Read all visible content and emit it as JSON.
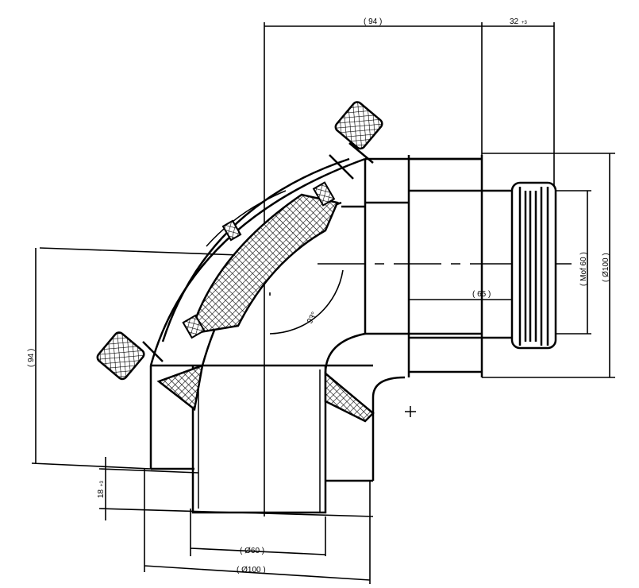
{
  "drawing": {
    "title": "45-93 degree pipe elbow with clamp couplings, technical drawing",
    "dimensions": {
      "top_length": "( 94 )",
      "top_offset": "32",
      "top_offset_tol": "+3",
      "right_diameter": "( Ø100 )",
      "right_socket": "( Mof 60 )",
      "insert_length": "( 65 )",
      "angle": "93°",
      "left_height": "( 94 )",
      "bottom_depth": "18",
      "bottom_depth_tol": "+3",
      "bottom_inner_diameter": "( Ø60 )",
      "bottom_outer_diameter": "( Ø100 )"
    },
    "colors": {
      "line": "#000000",
      "background": "#ffffff"
    }
  }
}
